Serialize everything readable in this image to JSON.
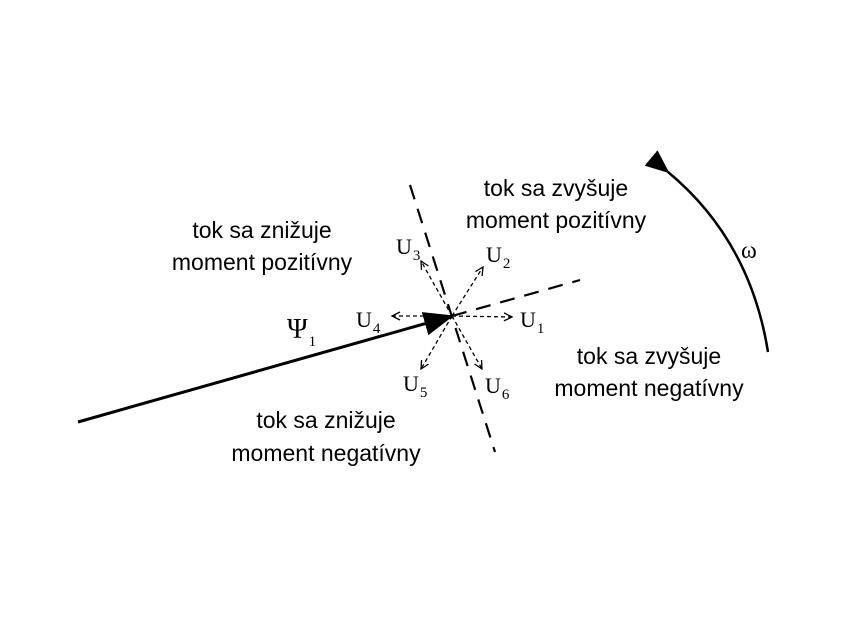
{
  "regions": {
    "top_left": {
      "line1": "tok sa znižuje",
      "line2": "moment pozitívny"
    },
    "top_right": {
      "line1": "tok sa zvyšuje",
      "line2": "moment pozitívny"
    },
    "bottom_right": {
      "line1": "tok sa zvyšuje",
      "line2": "moment negatívny"
    },
    "bottom_left": {
      "line1": "tok sa znižuje",
      "line2": "moment negatívny"
    }
  },
  "flux": {
    "symbol": "Ψ",
    "subscript": "1"
  },
  "rotation": {
    "symbol": "ω"
  },
  "voltage_vectors": [
    {
      "symbol": "U",
      "subscript": "1"
    },
    {
      "symbol": "U",
      "subscript": "2"
    },
    {
      "symbol": "U",
      "subscript": "3"
    },
    {
      "symbol": "U",
      "subscript": "4"
    },
    {
      "symbol": "U",
      "subscript": "5"
    },
    {
      "symbol": "U",
      "subscript": "6"
    }
  ]
}
